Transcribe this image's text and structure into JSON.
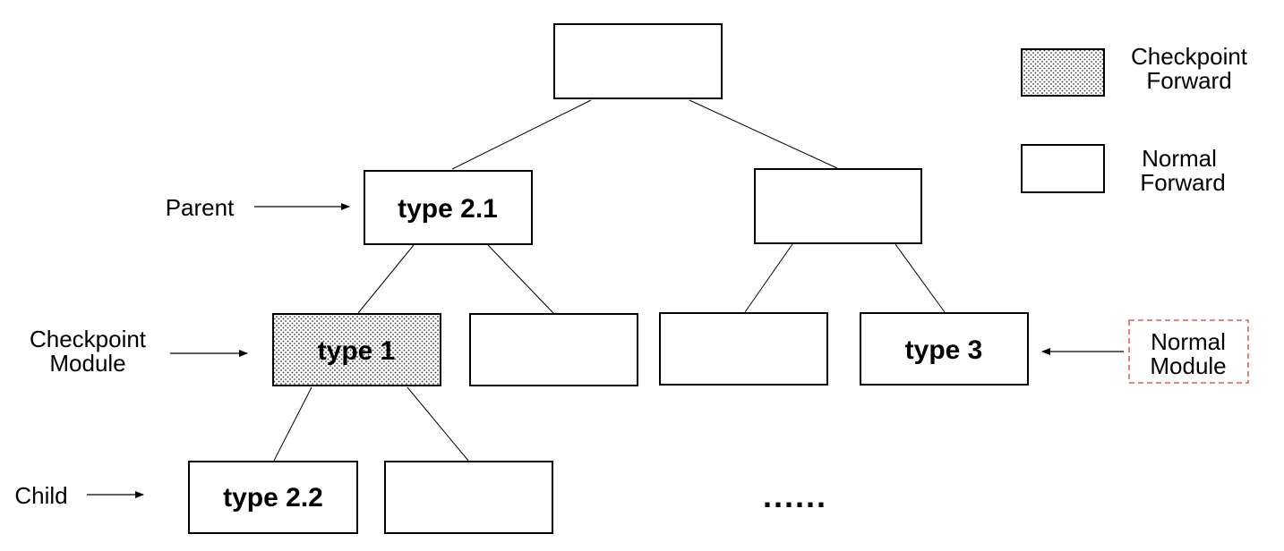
{
  "nodes": {
    "root": "",
    "level1_left": "type 2.1",
    "level1_right": "",
    "level2_a": "type 1",
    "level2_b": "",
    "level2_c": "",
    "level2_d": "type 3",
    "level3_a": "type 2.2",
    "level3_b": ""
  },
  "annotations": {
    "parent": "Parent",
    "checkpoint_module_line1": "Checkpoint",
    "checkpoint_module_line2": "Module",
    "child": "Child",
    "normal_module_line1": "Normal",
    "normal_module_line2": "Module",
    "ellipsis": "......"
  },
  "legend": {
    "checkpoint_line1": "Checkpoint",
    "checkpoint_line2": "Forward",
    "normal_line1": "Normal",
    "normal_line2": "Forward"
  },
  "colors": {
    "normal_module_border": "#d93b3b",
    "checkpoint_fill": "dotted pattern"
  }
}
